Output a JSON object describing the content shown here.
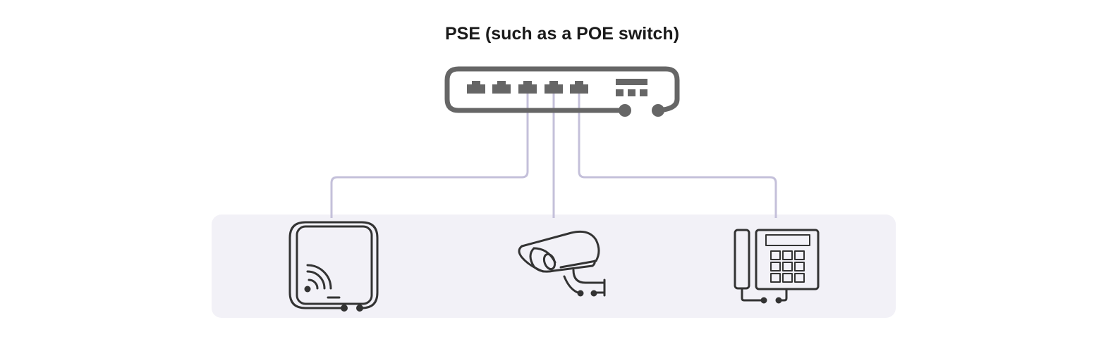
{
  "title": "PSE (such as a POE switch)",
  "devices": [
    {
      "name": "wireless-access-point"
    },
    {
      "name": "ip-camera"
    },
    {
      "name": "ip-phone"
    }
  ],
  "colors": {
    "switch": "#666666",
    "cable": "#c4c0da",
    "panel": "#f2f1f7",
    "icon": "#333333"
  }
}
